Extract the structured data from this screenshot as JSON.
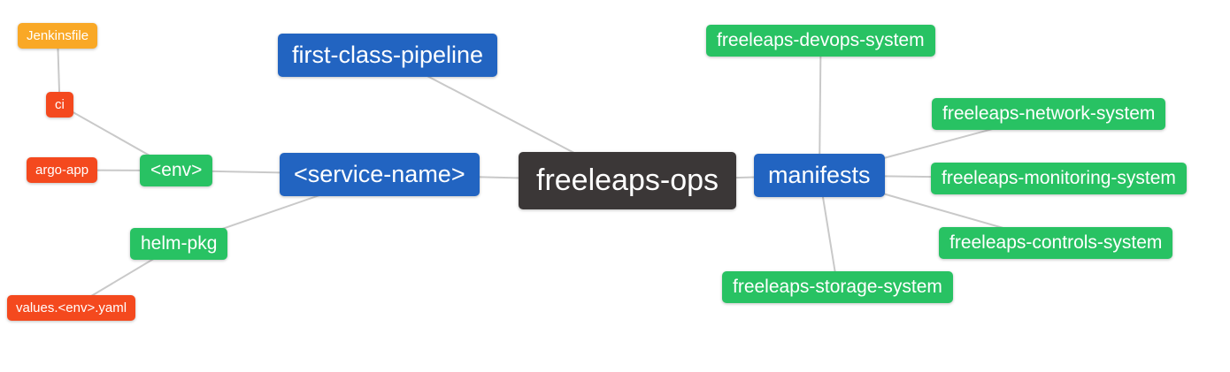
{
  "diagram": {
    "title": "freeleaps-ops repository structure mind map",
    "background_color": "#ffffff",
    "edge_color": "#c9c9c9",
    "text_color": "#ffffff",
    "colors": {
      "orange": "#F9A826",
      "red": "#F4491E",
      "green": "#28C263",
      "blue": "#2264C1",
      "dark": "#3B3737"
    },
    "nodes": [
      {
        "id": "jenkinsfile",
        "label": "Jenkinsfile",
        "color": "orange"
      },
      {
        "id": "ci",
        "label": "ci",
        "color": "red"
      },
      {
        "id": "argo_app",
        "label": "argo-app",
        "color": "red"
      },
      {
        "id": "env",
        "label": "<env>",
        "color": "green"
      },
      {
        "id": "first_class_pipeline",
        "label": "first-class-pipeline",
        "color": "blue"
      },
      {
        "id": "service_name",
        "label": "<service-name>",
        "color": "blue"
      },
      {
        "id": "freeleaps_ops",
        "label": "freeleaps-ops",
        "color": "dark"
      },
      {
        "id": "manifests",
        "label": "manifests",
        "color": "blue"
      },
      {
        "id": "devops_system",
        "label": "freeleaps-devops-system",
        "color": "green"
      },
      {
        "id": "network_system",
        "label": "freeleaps-network-system",
        "color": "green"
      },
      {
        "id": "monitoring_system",
        "label": "freeleaps-monitoring-system",
        "color": "green"
      },
      {
        "id": "controls_system",
        "label": "freeleaps-controls-system",
        "color": "green"
      },
      {
        "id": "storage_system",
        "label": "freeleaps-storage-system",
        "color": "green"
      },
      {
        "id": "helm_pkg",
        "label": "helm-pkg",
        "color": "green"
      },
      {
        "id": "values_env_yaml",
        "label": "values.<env>.yaml",
        "color": "red"
      }
    ],
    "edges": [
      [
        "jenkinsfile",
        "ci"
      ],
      [
        "ci",
        "env"
      ],
      [
        "argo_app",
        "env"
      ],
      [
        "env",
        "service_name"
      ],
      [
        "helm_pkg",
        "service_name"
      ],
      [
        "values_env_yaml",
        "helm_pkg"
      ],
      [
        "service_name",
        "freeleaps_ops"
      ],
      [
        "first_class_pipeline",
        "freeleaps_ops"
      ],
      [
        "freeleaps_ops",
        "manifests"
      ],
      [
        "manifests",
        "devops_system"
      ],
      [
        "manifests",
        "network_system"
      ],
      [
        "manifests",
        "monitoring_system"
      ],
      [
        "manifests",
        "controls_system"
      ],
      [
        "manifests",
        "storage_system"
      ]
    ]
  }
}
